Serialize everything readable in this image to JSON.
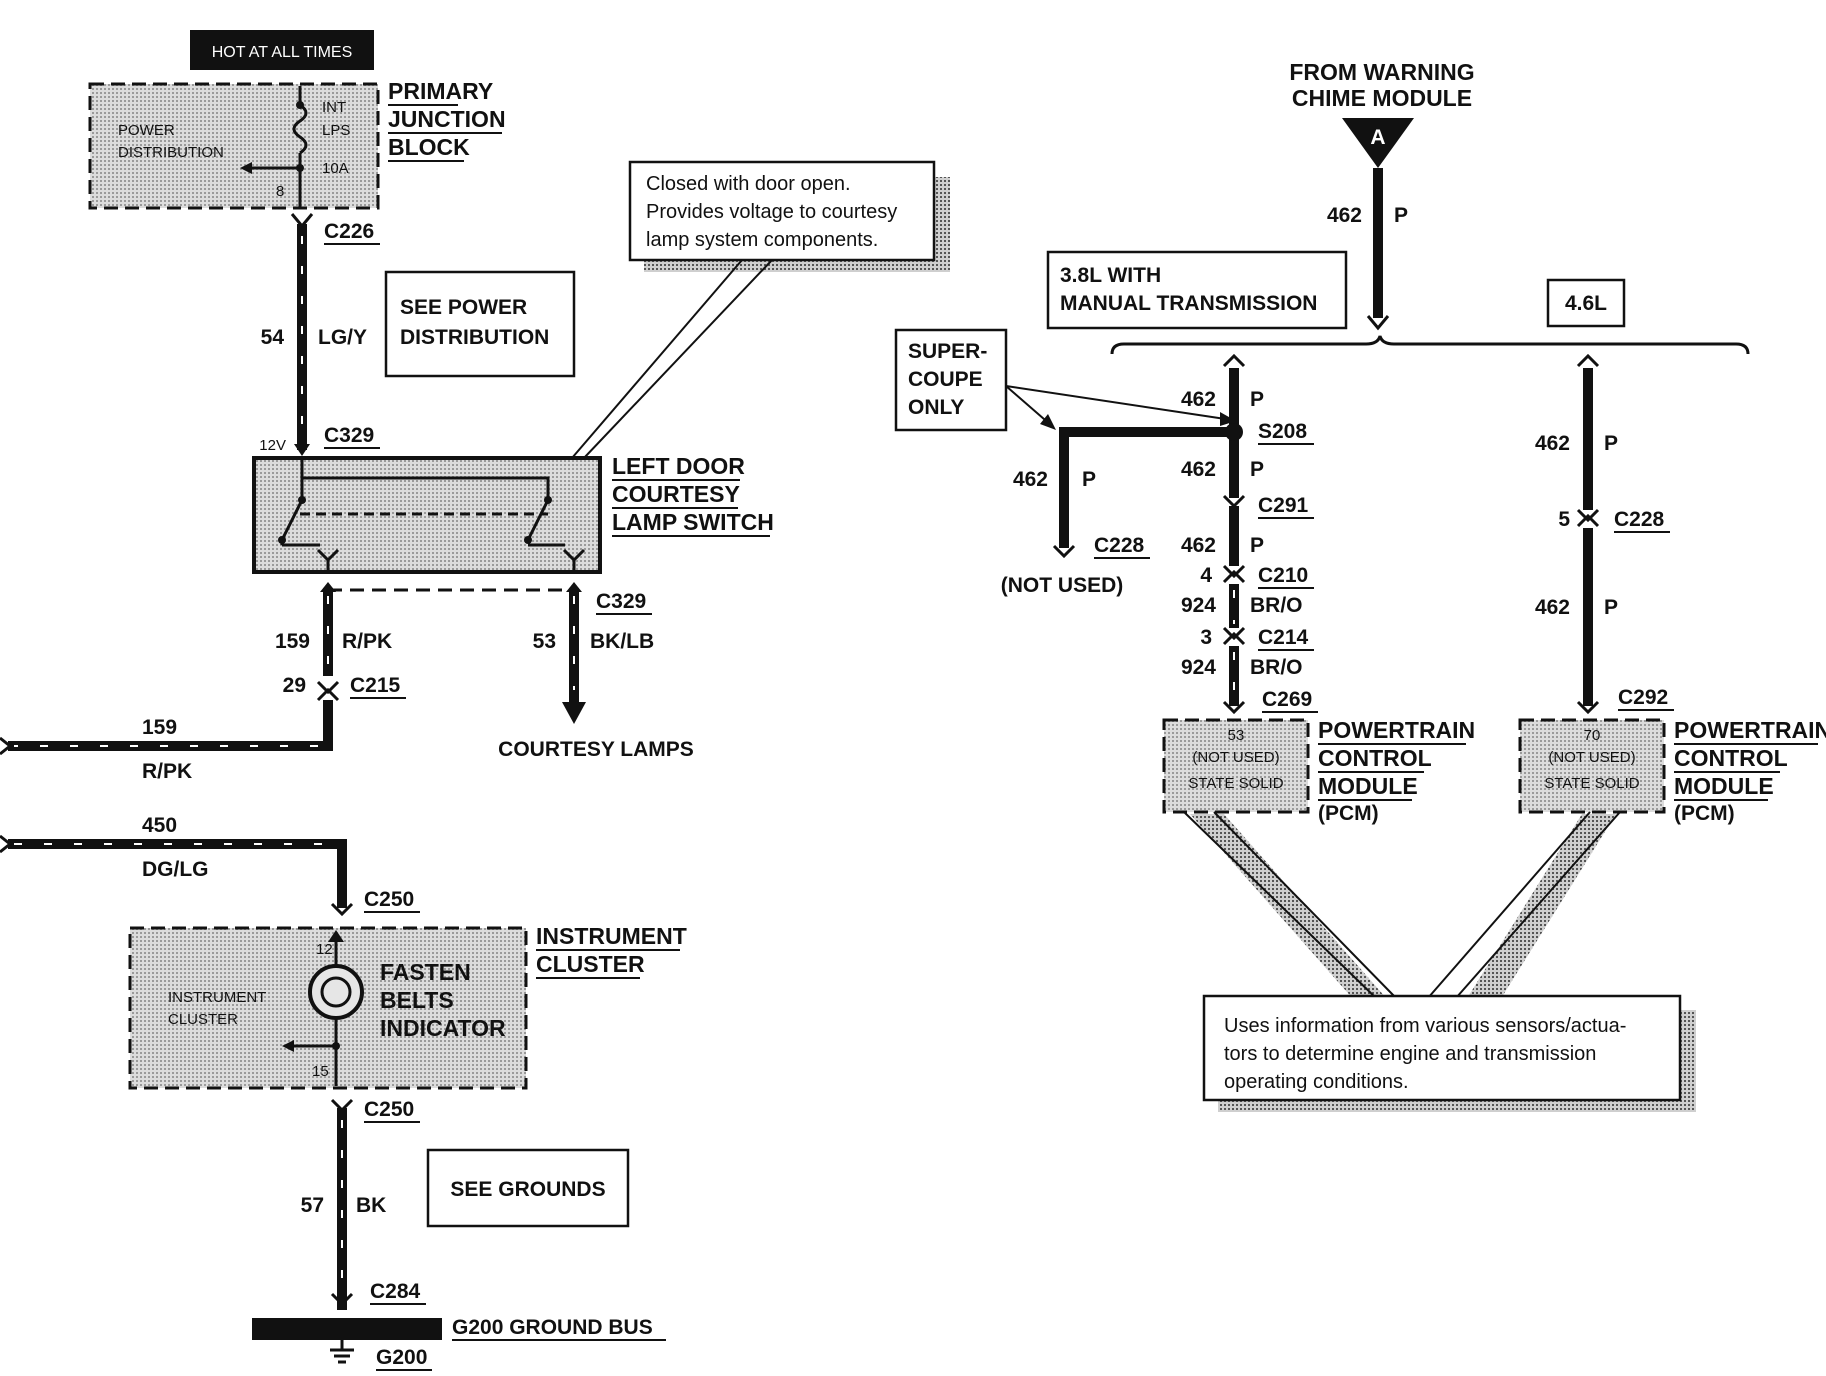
{
  "hot_label": "HOT AT ALL TIMES",
  "pjb": {
    "title_lines": [
      "PRIMARY",
      "JUNCTION",
      "BLOCK"
    ],
    "inner_lines": [
      "POWER",
      "DISTRIBUTION"
    ],
    "fuse_lines": [
      "INT",
      "LPS",
      "10A"
    ],
    "pin": "8"
  },
  "conn": {
    "c226": "C226",
    "c329a": "C329",
    "c329b": "C329",
    "c215": "C215",
    "c250a": "C250",
    "c250b": "C250",
    "c284": "C284",
    "c228a": "C228",
    "c291": "C291",
    "c210": "C210",
    "c214": "C214",
    "c269": "C269",
    "c228b": "C228",
    "c292": "C292",
    "s208": "S208"
  },
  "wires": {
    "w54": "54",
    "w54c": "LG/Y",
    "v12": "12V",
    "w159": "159",
    "w159c": "R/PK",
    "pin29": "29",
    "w159b": "159",
    "w159bc": "R/PK",
    "w53": "53",
    "w53c": "BK/LB",
    "w450": "450",
    "w450c": "DG/LG",
    "w57": "57",
    "w57c": "BK",
    "r462a": "462",
    "r462ac": "P",
    "r462b": "462",
    "r462bc": "P",
    "r462c": "462",
    "r462cc": "P",
    "r462d": "462",
    "r462dc": "P",
    "r462e": "462",
    "r462ec": "P",
    "pin4": "4",
    "r924a": "924",
    "r924ac": "BR/O",
    "pin3": "3",
    "r924b": "924",
    "r924bc": "BR/O",
    "r462f": "462",
    "r462fc": "P",
    "pin5": "5",
    "r462g": "462",
    "r462gc": "P"
  },
  "see_power_lines": [
    "SEE POWER",
    "DISTRIBUTION"
  ],
  "see_grounds": "SEE GROUNDS",
  "note_switch_lines": [
    "Closed with door open.",
    "Provides voltage to courtesy",
    "lamp system components."
  ],
  "switch_title_lines": [
    "LEFT DOOR",
    "COURTESY",
    "LAMP SWITCH"
  ],
  "courtesy_lamps": "COURTESY LAMPS",
  "cluster": {
    "title_lines": [
      "INSTRUMENT",
      "CLUSTER"
    ],
    "inner_lines": [
      "INSTRUMENT",
      "CLUSTER"
    ],
    "indicator_lines": [
      "FASTEN",
      "BELTS",
      "INDICATOR"
    ],
    "pin_top": "12",
    "pin_bottom": "15"
  },
  "ground_bus": "G200 GROUND BUS",
  "ground": "G200",
  "warning_lines": [
    "FROM WARNING",
    "CHIME MODULE"
  ],
  "arrow_letter": "A",
  "variant_38_lines": [
    "3.8L WITH",
    "MANUAL TRANSMISSION"
  ],
  "variant_46": "4.6L",
  "supercoupe_lines": [
    "SUPER-",
    "COUPE",
    "ONLY"
  ],
  "not_used": "(NOT USED)",
  "pcm_left": {
    "pin": "53",
    "inner_lines": [
      "(NOT USED)",
      "STATE SOLID"
    ],
    "title_lines": [
      "POWERTRAIN",
      "CONTROL",
      "MODULE",
      "(PCM)"
    ]
  },
  "pcm_right": {
    "pin": "70",
    "inner_lines": [
      "(NOT USED)",
      "STATE SOLID"
    ],
    "title_lines": [
      "POWERTRAIN",
      "CONTROL",
      "MODULE",
      "(PCM)"
    ]
  },
  "note_pcm_lines": [
    "Uses information from various sensors/actua-",
    "tors to determine engine and transmission",
    "operating conditions."
  ]
}
